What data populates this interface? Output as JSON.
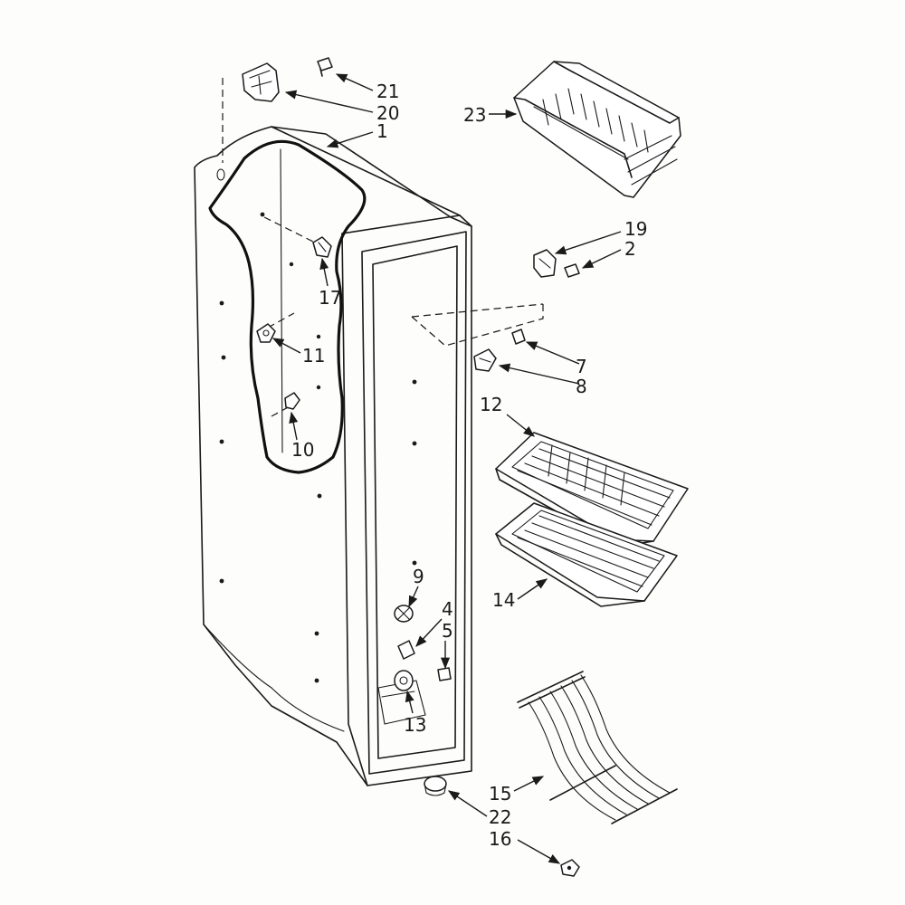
{
  "labels": {
    "p1": "1",
    "p2": "2",
    "p4": "4",
    "p5": "5",
    "p7": "7",
    "p8": "8",
    "p9": "9",
    "p10": "10",
    "p11": "11",
    "p12": "12",
    "p13": "13",
    "p14": "14",
    "p15": "15",
    "p16": "16",
    "p17": "17",
    "p19": "19",
    "p20": "20",
    "p21": "21",
    "p22": "22",
    "p23": "23"
  },
  "colors": {
    "ink": "#1a1a1a",
    "paper": "#fdfdfb"
  }
}
